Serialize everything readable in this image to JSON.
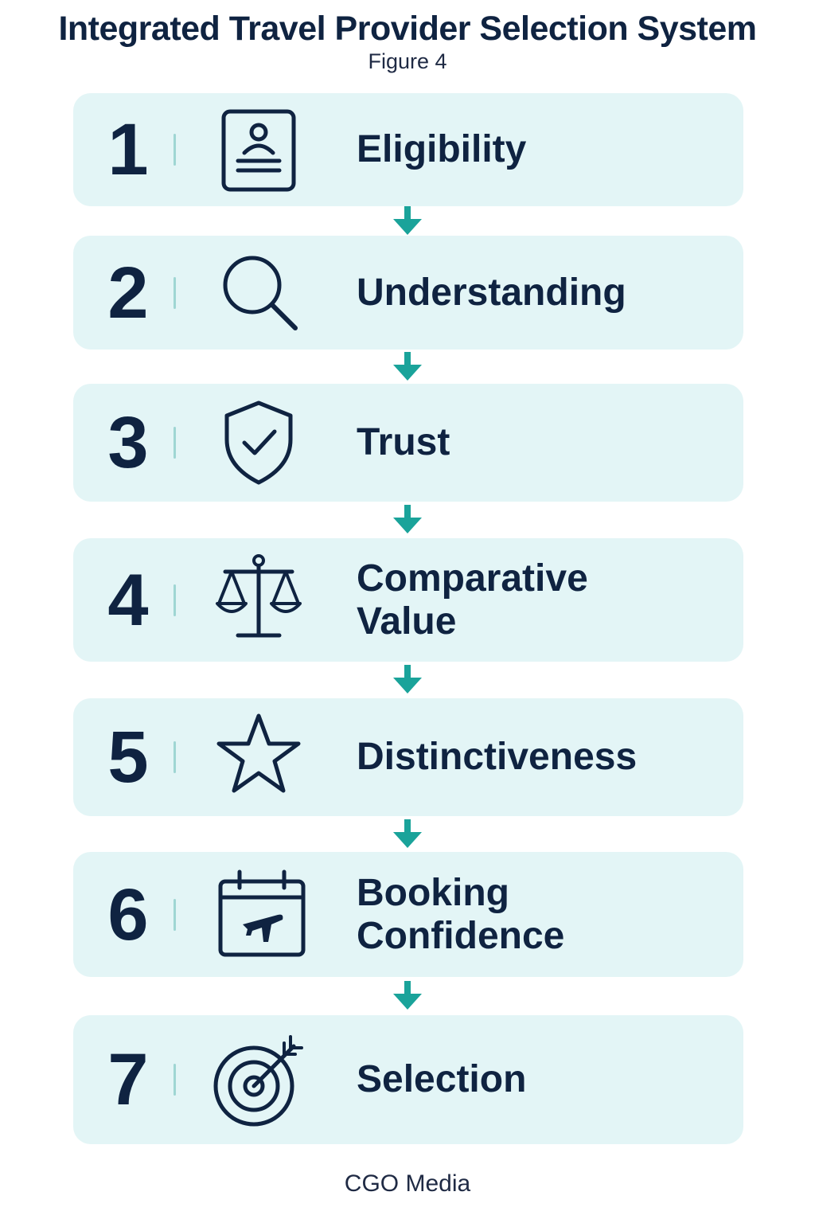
{
  "title": "Integrated Travel Provider Selection System",
  "subtitle": "Figure 4",
  "footer": "CGO Media",
  "colors": {
    "card_bg": "#e3f5f6",
    "text": "#0f2341",
    "arrow": "#1aa39a",
    "divider": "#9fd6d3"
  },
  "steps": [
    {
      "number": "1",
      "label_lines": [
        "Eligibility"
      ],
      "icon": "id-card-icon"
    },
    {
      "number": "2",
      "label_lines": [
        "Understanding"
      ],
      "icon": "magnifier-icon"
    },
    {
      "number": "3",
      "label_lines": [
        "Trust"
      ],
      "icon": "shield-check-icon"
    },
    {
      "number": "4",
      "label_lines": [
        "Comparative",
        "Value"
      ],
      "icon": "scales-icon"
    },
    {
      "number": "5",
      "label_lines": [
        "Distinctiveness"
      ],
      "icon": "star-icon"
    },
    {
      "number": "6",
      "label_lines": [
        "Booking",
        "Confidence"
      ],
      "icon": "calendar-plane-icon"
    },
    {
      "number": "7",
      "label_lines": [
        "Selection"
      ],
      "icon": "target-icon"
    }
  ]
}
